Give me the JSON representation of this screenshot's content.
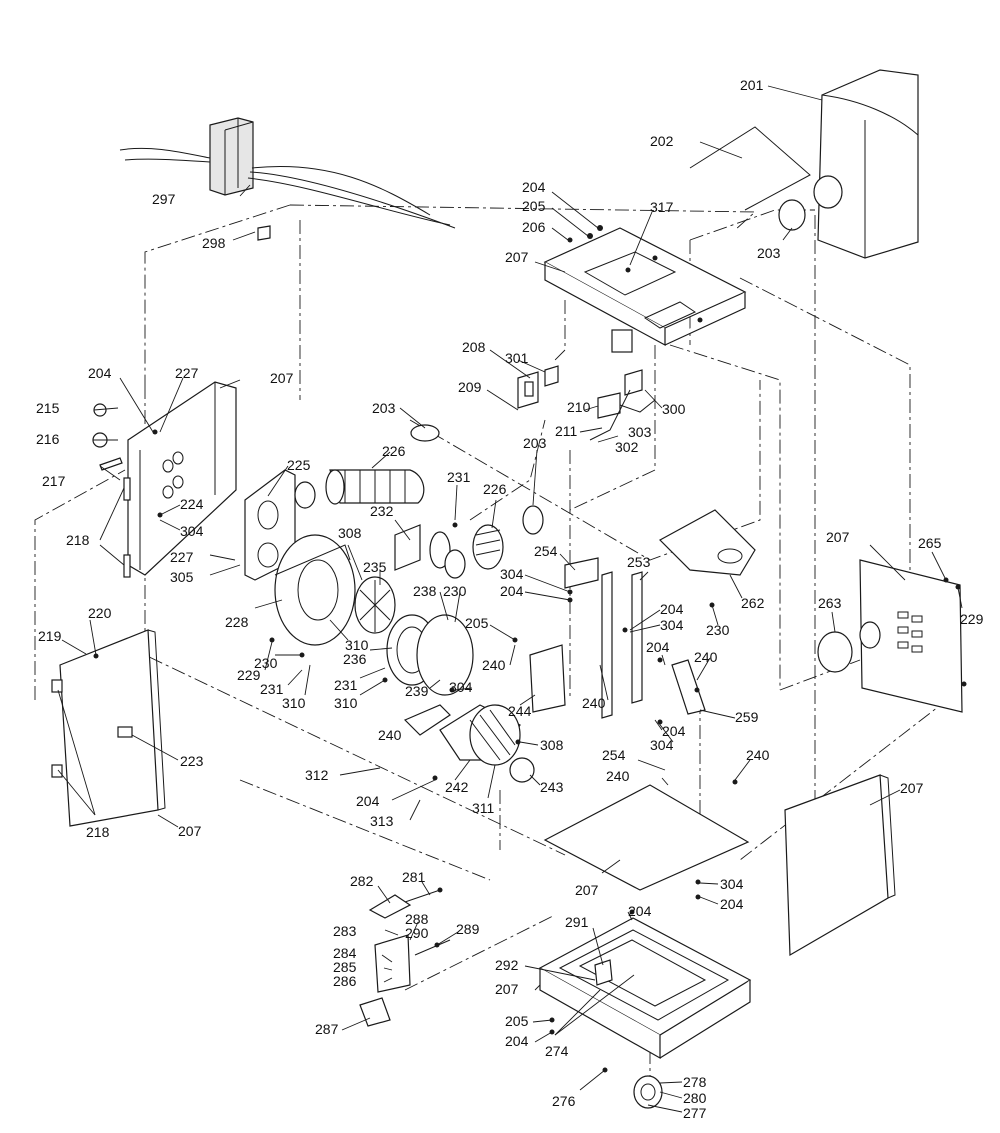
{
  "labels": [
    {
      "id": "l201",
      "text": "201"
    },
    {
      "id": "l202",
      "text": "202"
    },
    {
      "id": "l203a",
      "text": "203"
    },
    {
      "id": "l204a",
      "text": "204"
    },
    {
      "id": "l205a",
      "text": "205"
    },
    {
      "id": "l206",
      "text": "206"
    },
    {
      "id": "l317",
      "text": "317"
    },
    {
      "id": "l207a",
      "text": "207"
    },
    {
      "id": "l297",
      "text": "297"
    },
    {
      "id": "l298",
      "text": "298"
    },
    {
      "id": "l208",
      "text": "208"
    },
    {
      "id": "l301",
      "text": "301"
    },
    {
      "id": "l209",
      "text": "209"
    },
    {
      "id": "l210",
      "text": "210"
    },
    {
      "id": "l300",
      "text": "300"
    },
    {
      "id": "l211",
      "text": "211"
    },
    {
      "id": "l303",
      "text": "303"
    },
    {
      "id": "l302",
      "text": "302"
    },
    {
      "id": "l204b",
      "text": "204"
    },
    {
      "id": "l227a",
      "text": "227"
    },
    {
      "id": "l207b",
      "text": "207"
    },
    {
      "id": "l215",
      "text": "215"
    },
    {
      "id": "l216",
      "text": "216"
    },
    {
      "id": "l217",
      "text": "217"
    },
    {
      "id": "l224",
      "text": "224"
    },
    {
      "id": "l218a",
      "text": "218"
    },
    {
      "id": "l304a",
      "text": "304"
    },
    {
      "id": "l227b",
      "text": "227"
    },
    {
      "id": "l305",
      "text": "305"
    },
    {
      "id": "l203b",
      "text": "203"
    },
    {
      "id": "l226a",
      "text": "226"
    },
    {
      "id": "l225",
      "text": "225"
    },
    {
      "id": "l231a",
      "text": "231"
    },
    {
      "id": "l203c",
      "text": "203"
    },
    {
      "id": "l226b",
      "text": "226"
    },
    {
      "id": "l232",
      "text": "232"
    },
    {
      "id": "l308a",
      "text": "308"
    },
    {
      "id": "l235",
      "text": "235"
    },
    {
      "id": "l238",
      "text": "238"
    },
    {
      "id": "l230a",
      "text": "230"
    },
    {
      "id": "l228",
      "text": "228"
    },
    {
      "id": "l229a",
      "text": "229"
    },
    {
      "id": "l230b",
      "text": "230"
    },
    {
      "id": "l310a",
      "text": "310"
    },
    {
      "id": "l236",
      "text": "236"
    },
    {
      "id": "l231b",
      "text": "231"
    },
    {
      "id": "l310b",
      "text": "310"
    },
    {
      "id": "l231c",
      "text": "231"
    },
    {
      "id": "l310c",
      "text": "310"
    },
    {
      "id": "l239",
      "text": "239"
    },
    {
      "id": "l304b",
      "text": "304"
    },
    {
      "id": "l220",
      "text": "220"
    },
    {
      "id": "l219",
      "text": "219"
    },
    {
      "id": "l223",
      "text": "223"
    },
    {
      "id": "l218b",
      "text": "218"
    },
    {
      "id": "l207c",
      "text": "207"
    },
    {
      "id": "l254a",
      "text": "254"
    },
    {
      "id": "l304c",
      "text": "304"
    },
    {
      "id": "l204c",
      "text": "204"
    },
    {
      "id": "l253",
      "text": "253"
    },
    {
      "id": "l205b",
      "text": "205"
    },
    {
      "id": "l204d",
      "text": "204"
    },
    {
      "id": "l304d",
      "text": "304"
    },
    {
      "id": "l240a",
      "text": "240"
    },
    {
      "id": "l244",
      "text": "244"
    },
    {
      "id": "l240b",
      "text": "240"
    },
    {
      "id": "l204e",
      "text": "204"
    },
    {
      "id": "l240c",
      "text": "240"
    },
    {
      "id": "l259",
      "text": "259"
    },
    {
      "id": "l204f",
      "text": "204"
    },
    {
      "id": "l304e",
      "text": "304"
    },
    {
      "id": "l240d",
      "text": "240"
    },
    {
      "id": "l262",
      "text": "262"
    },
    {
      "id": "l230c",
      "text": "230"
    },
    {
      "id": "l207d",
      "text": "207"
    },
    {
      "id": "l265",
      "text": "265"
    },
    {
      "id": "l229b",
      "text": "229"
    },
    {
      "id": "l263",
      "text": "263"
    },
    {
      "id": "l308b",
      "text": "308"
    },
    {
      "id": "l312",
      "text": "312"
    },
    {
      "id": "l242",
      "text": "242"
    },
    {
      "id": "l243",
      "text": "243"
    },
    {
      "id": "l204g",
      "text": "204"
    },
    {
      "id": "l311",
      "text": "311"
    },
    {
      "id": "l313",
      "text": "313"
    },
    {
      "id": "l254b",
      "text": "254"
    },
    {
      "id": "l240e",
      "text": "240"
    },
    {
      "id": "l240f",
      "text": "240"
    },
    {
      "id": "l207e",
      "text": "207"
    },
    {
      "id": "l207f",
      "text": "207"
    },
    {
      "id": "l304f",
      "text": "304"
    },
    {
      "id": "l204h",
      "text": "204"
    },
    {
      "id": "l204i",
      "text": "204"
    },
    {
      "id": "l282",
      "text": "282"
    },
    {
      "id": "l281",
      "text": "281"
    },
    {
      "id": "l283",
      "text": "283"
    },
    {
      "id": "l288",
      "text": "288"
    },
    {
      "id": "l290",
      "text": "290"
    },
    {
      "id": "l289",
      "text": "289"
    },
    {
      "id": "l284",
      "text": "284"
    },
    {
      "id": "l285",
      "text": "285"
    },
    {
      "id": "l286",
      "text": "286"
    },
    {
      "id": "l291",
      "text": "291"
    },
    {
      "id": "l292",
      "text": "292"
    },
    {
      "id": "l207g",
      "text": "207"
    },
    {
      "id": "l205c",
      "text": "205"
    },
    {
      "id": "l204j",
      "text": "204"
    },
    {
      "id": "l274",
      "text": "274"
    },
    {
      "id": "l287",
      "text": "287"
    },
    {
      "id": "l276",
      "text": "276"
    },
    {
      "id": "l278",
      "text": "278"
    },
    {
      "id": "l280",
      "text": "280"
    },
    {
      "id": "l277",
      "text": "277"
    }
  ]
}
